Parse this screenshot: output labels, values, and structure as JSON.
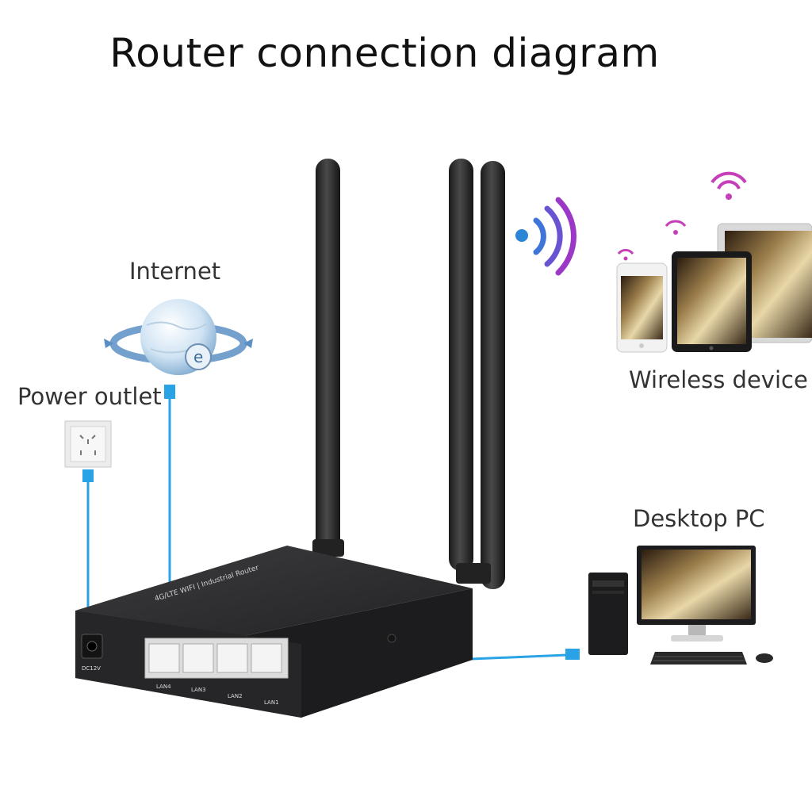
{
  "title": "Router connection diagram",
  "labels": {
    "internet": "Internet",
    "power_outlet": "Power outlet",
    "wireless_device": "Wireless device",
    "desktop_pc": "Desktop PC"
  },
  "router": {
    "model_text": "4G/LTE WIFI | Industrial Router",
    "ports": [
      "LAN4",
      "LAN3",
      "LAN2",
      "LAN1"
    ],
    "power_port": "DC12V"
  },
  "colors": {
    "cable": "#2aa3e6",
    "router_body": "#2a2a2c",
    "wifi_signal": "#9b39c6",
    "wifi_dot": "#2b86d6"
  },
  "icons": [
    "globe-icon",
    "power-socket-icon",
    "wifi-signal-icon",
    "phone-icon",
    "tablet-icon",
    "laptop-icon",
    "monitor-icon",
    "pc-tower-icon",
    "keyboard-icon",
    "mouse-icon"
  ]
}
